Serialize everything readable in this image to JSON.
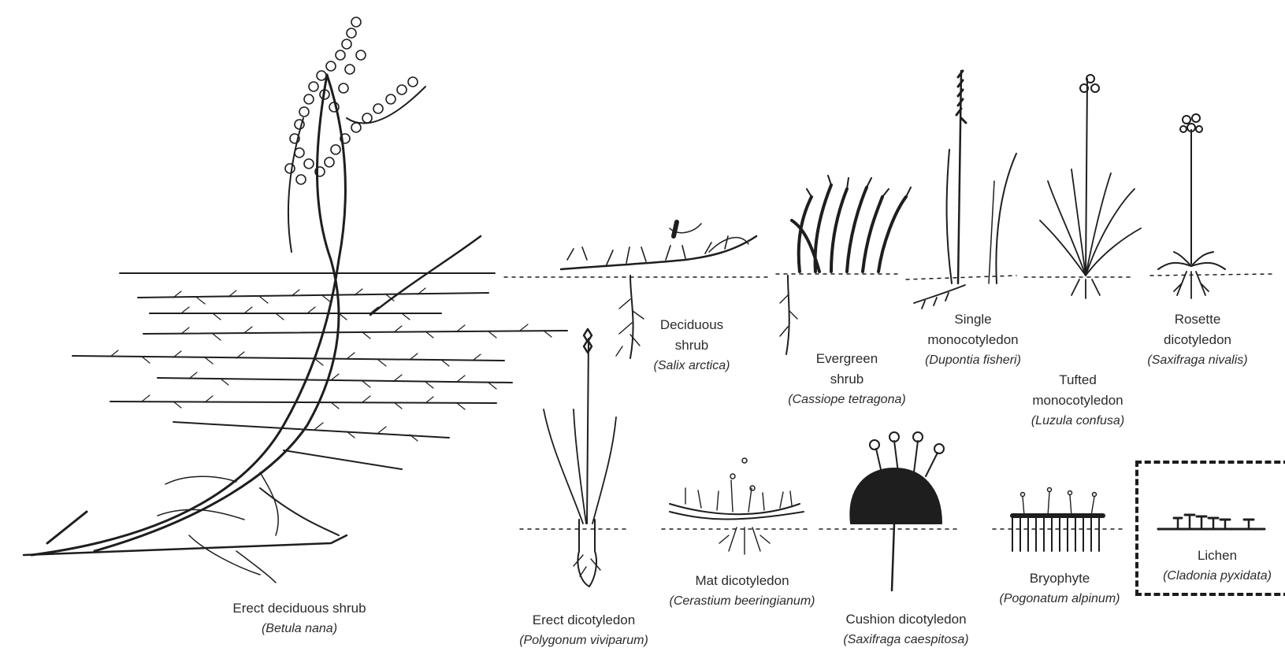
{
  "plants": [
    {
      "id": "erect-deciduous-shrub",
      "common": [
        "Erect deciduous shrub"
      ],
      "scientific": "(Betula nana)"
    },
    {
      "id": "deciduous-shrub",
      "common": [
        "Deciduous",
        "shrub"
      ],
      "scientific": "(Salix arctica)"
    },
    {
      "id": "evergreen-shrub",
      "common": [
        "Evergreen",
        "shrub"
      ],
      "scientific": "(Cassiope tetragona)"
    },
    {
      "id": "single-monocotyledon",
      "common": [
        "Single",
        "monocotyledon"
      ],
      "scientific": "(Dupontia fisheri)"
    },
    {
      "id": "tufted-monocotyledon",
      "common": [
        "Tufted",
        "monocotyledon"
      ],
      "scientific": "(Luzula confusa)"
    },
    {
      "id": "rosette-dicotyledon",
      "common": [
        "Rosette",
        "dicotyledon"
      ],
      "scientific": "(Saxifraga nivalis)"
    },
    {
      "id": "erect-dicotyledon",
      "common": [
        "Erect dicotyledon"
      ],
      "scientific": "(Polygonum viviparum)"
    },
    {
      "id": "mat-dicotyledon",
      "common": [
        "Mat dicotyledon"
      ],
      "scientific": "(Cerastium beeringianum)"
    },
    {
      "id": "cushion-dicotyledon",
      "common": [
        "Cushion dicotyledon"
      ],
      "scientific": "(Saxifraga caespitosa)"
    },
    {
      "id": "bryophyte",
      "common": [
        "Bryophyte"
      ],
      "scientific": "(Pogonatum alpinum)"
    },
    {
      "id": "lichen",
      "common": [
        "Lichen"
      ],
      "scientific": "(Cladonia pyxidata)"
    }
  ],
  "colors": {
    "ink": "#1e1e1e",
    "label": "#2b2b2b",
    "background": "#ffffff"
  }
}
